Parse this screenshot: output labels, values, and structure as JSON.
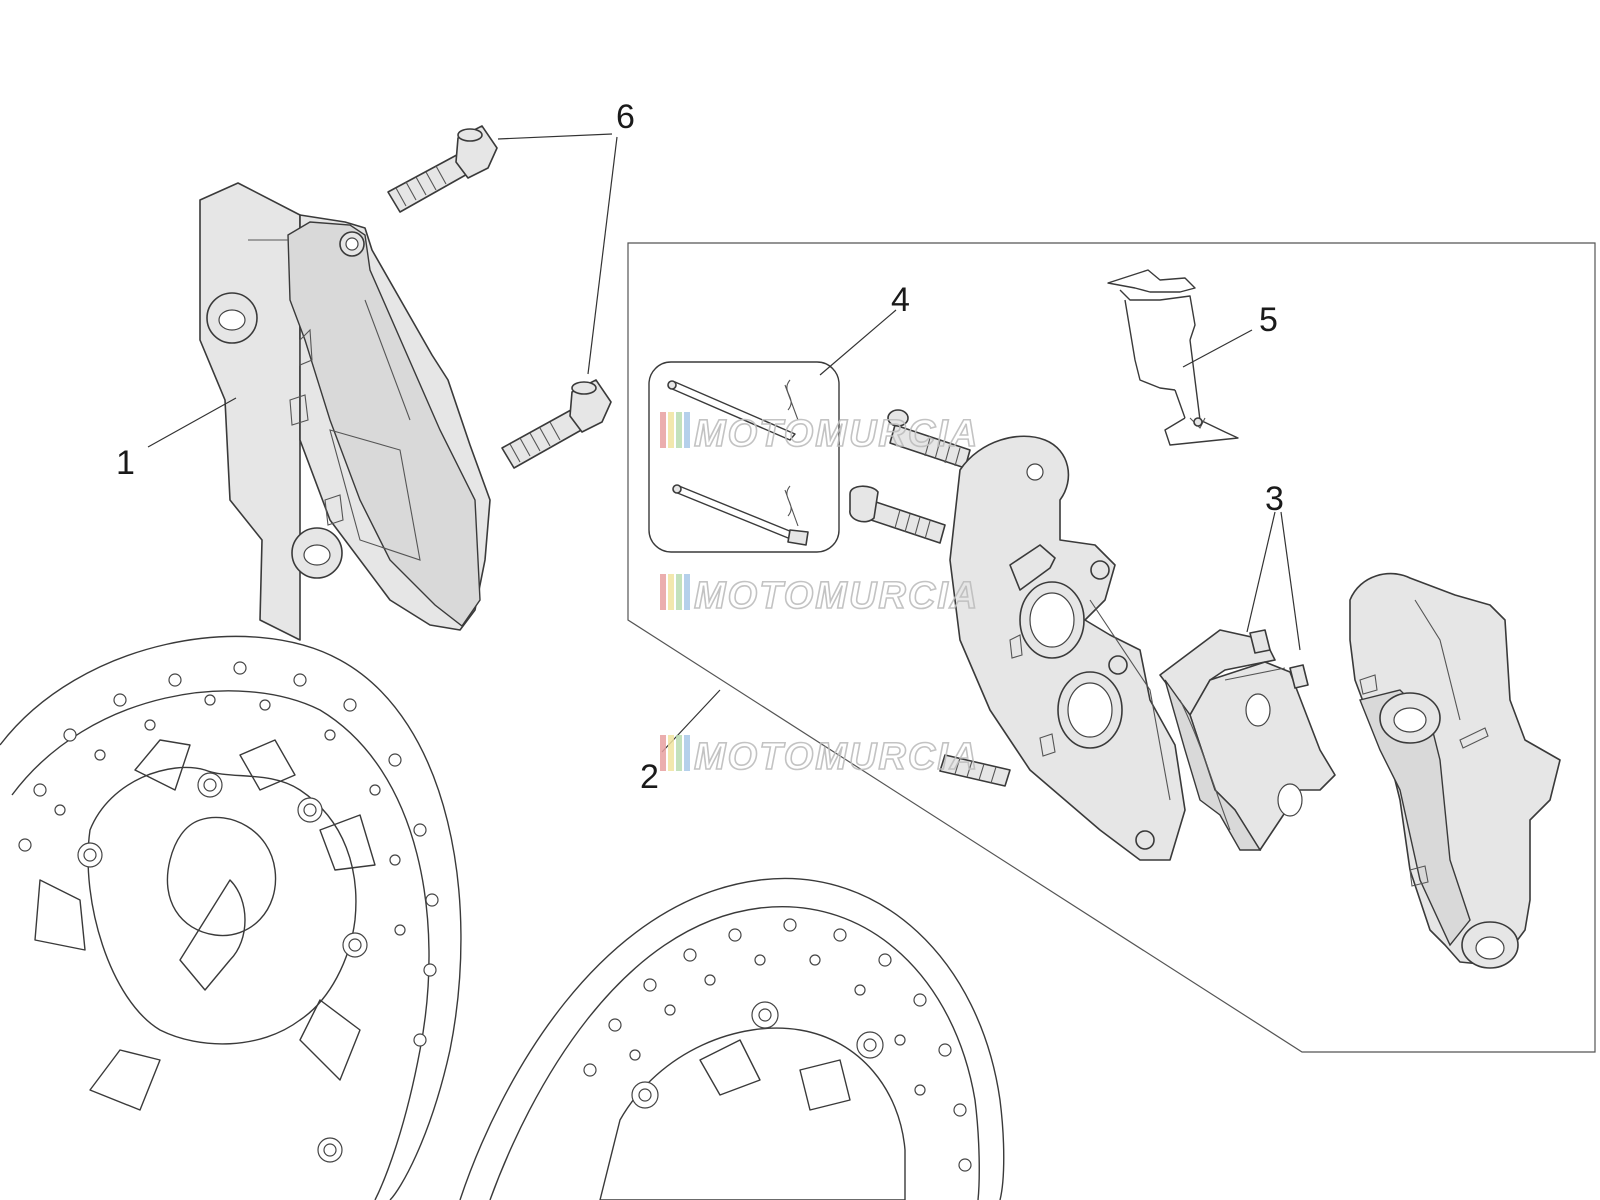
{
  "callouts": {
    "c1": "1",
    "c2": "2",
    "c3": "3",
    "c4": "4",
    "c5": "5",
    "c6": "6"
  },
  "watermark": {
    "text": "MOTOMURCIA",
    "stripe_colors": [
      "#e8a0a0",
      "#f0e4a0",
      "#b8dcb0",
      "#a8c8e8"
    ]
  },
  "colors": {
    "line": "#3a3a3a",
    "part_fill": "#e6e6e6",
    "background": "#ffffff"
  },
  "icons": [
    "brake-caliper-icon",
    "brake-disc-icon",
    "bolt-icon",
    "pin-icon",
    "brake-pad-icon",
    "spring-clip-icon"
  ]
}
